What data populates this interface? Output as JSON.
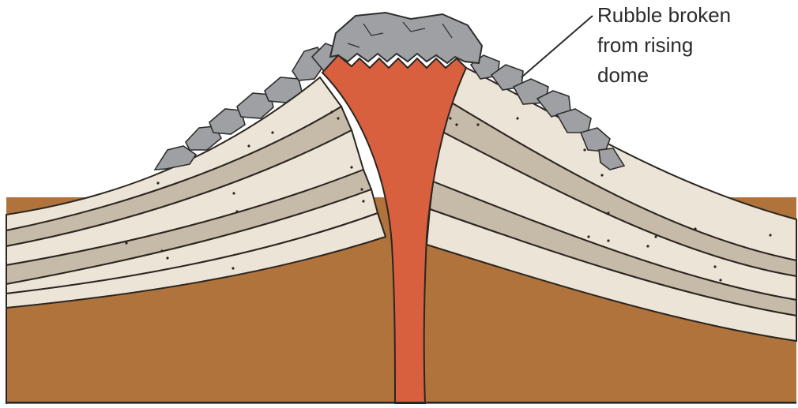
{
  "annotation": {
    "lines": [
      "Rubble broken",
      "from rising",
      "dome"
    ]
  },
  "colors": {
    "background": "#ffffff",
    "basement": "#b0733c",
    "magma": "#d8603f",
    "layer_light": "#ece5d7",
    "layer_medium": "#c6bba9",
    "rubble": "#9ea0a4",
    "rubble_outline": "#2e2e2e",
    "outline": "#2b2521"
  },
  "icons": [
    "rubble-rock",
    "magma-conduit"
  ]
}
